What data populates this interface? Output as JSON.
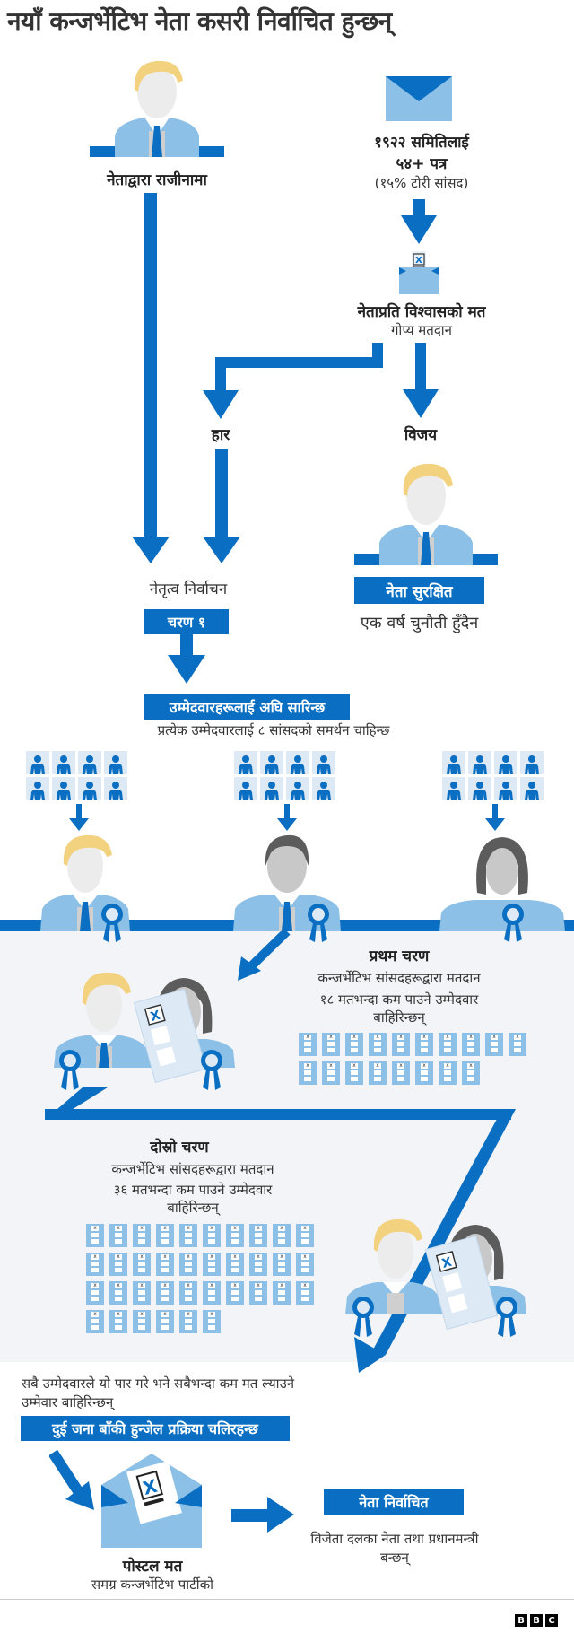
{
  "title": "नयाँ कन्जर्भेटिभ नेता कसरी निर्वाचित हुन्छन्",
  "resignation": {
    "label": "नेताद्वारा राजीनामा"
  },
  "letters": {
    "line1": "१९२२ समितिलाई",
    "line2": "५४+ पत्र",
    "line3": "(१५% टोरी सांसद)"
  },
  "confidence_vote": {
    "title": "नेताप्रति विश्वासको मत",
    "subtitle": "गोप्य मतदान"
  },
  "outcomes": {
    "lose": "हार",
    "win": "विजय"
  },
  "leadership_election": {
    "label": "नेतृत्व निर्वाचन",
    "stage_badge": "चरण १"
  },
  "leader_safe": {
    "badge": "नेता सुरक्षित",
    "note": "एक वर्ष चुनौती हुँदैन"
  },
  "nominations": {
    "badge": "उम्मेदवारहरूलाई अघि सारिन्छ",
    "note": "प्रत्येक उम्मेदवारलाई ८ सांसदको समर्थन चाहिन्छ",
    "mps_per_candidate": 8,
    "candidates": [
      {
        "hair": "blonde"
      },
      {
        "hair": "dark-male"
      },
      {
        "hair": "dark-female"
      }
    ]
  },
  "first_round": {
    "title": "प्रथम चरण",
    "subtitle": "कन्जर्भेटिभ सांसदहरूद्वारा मतदान",
    "note": "१८ मतभन्दा कम पाउने उम्मेदवार बाहिरिन्छन्",
    "threshold": 18,
    "ballot_rows": [
      10,
      8
    ]
  },
  "second_round": {
    "title": "दोस्रो चरण",
    "subtitle": "कन्जर्भेटिभ सांसदहरूद्वारा मतदान",
    "note": "३६ मतभन्दा कम पाउने उम्मेदवार बाहिरिन्छन्",
    "threshold": 36,
    "ballot_rows": [
      10,
      10,
      10,
      6
    ]
  },
  "elimination": {
    "note": "सबै उम्मेदवारले यो पार गरे भने सबैभन्दा कम मत ल्याउने उम्मेवार बाहिरिन्छन्",
    "badge": "दुई जना बाँकी हुन्जेल प्रक्रिया चलिरहन्छ"
  },
  "postal_vote": {
    "title": "पोस्टल मत",
    "subtitle": "समग्र कन्जर्भेटिभ पार्टीको"
  },
  "leader_elected": {
    "badge": "नेता निर्वाचित",
    "note": "विजेता दलका नेता तथा प्रधानमन्त्री बन्छन्"
  },
  "brand": {
    "letters": [
      "B",
      "B",
      "C"
    ]
  },
  "colors": {
    "primary_blue": "#0a6fc2",
    "light_blue": "#8cc0e6",
    "pale_blue": "#dde9f5",
    "gray_bg": "#f2f4f7",
    "hair_blonde": "#f3d27f",
    "hair_dark": "#5c5c5c"
  }
}
